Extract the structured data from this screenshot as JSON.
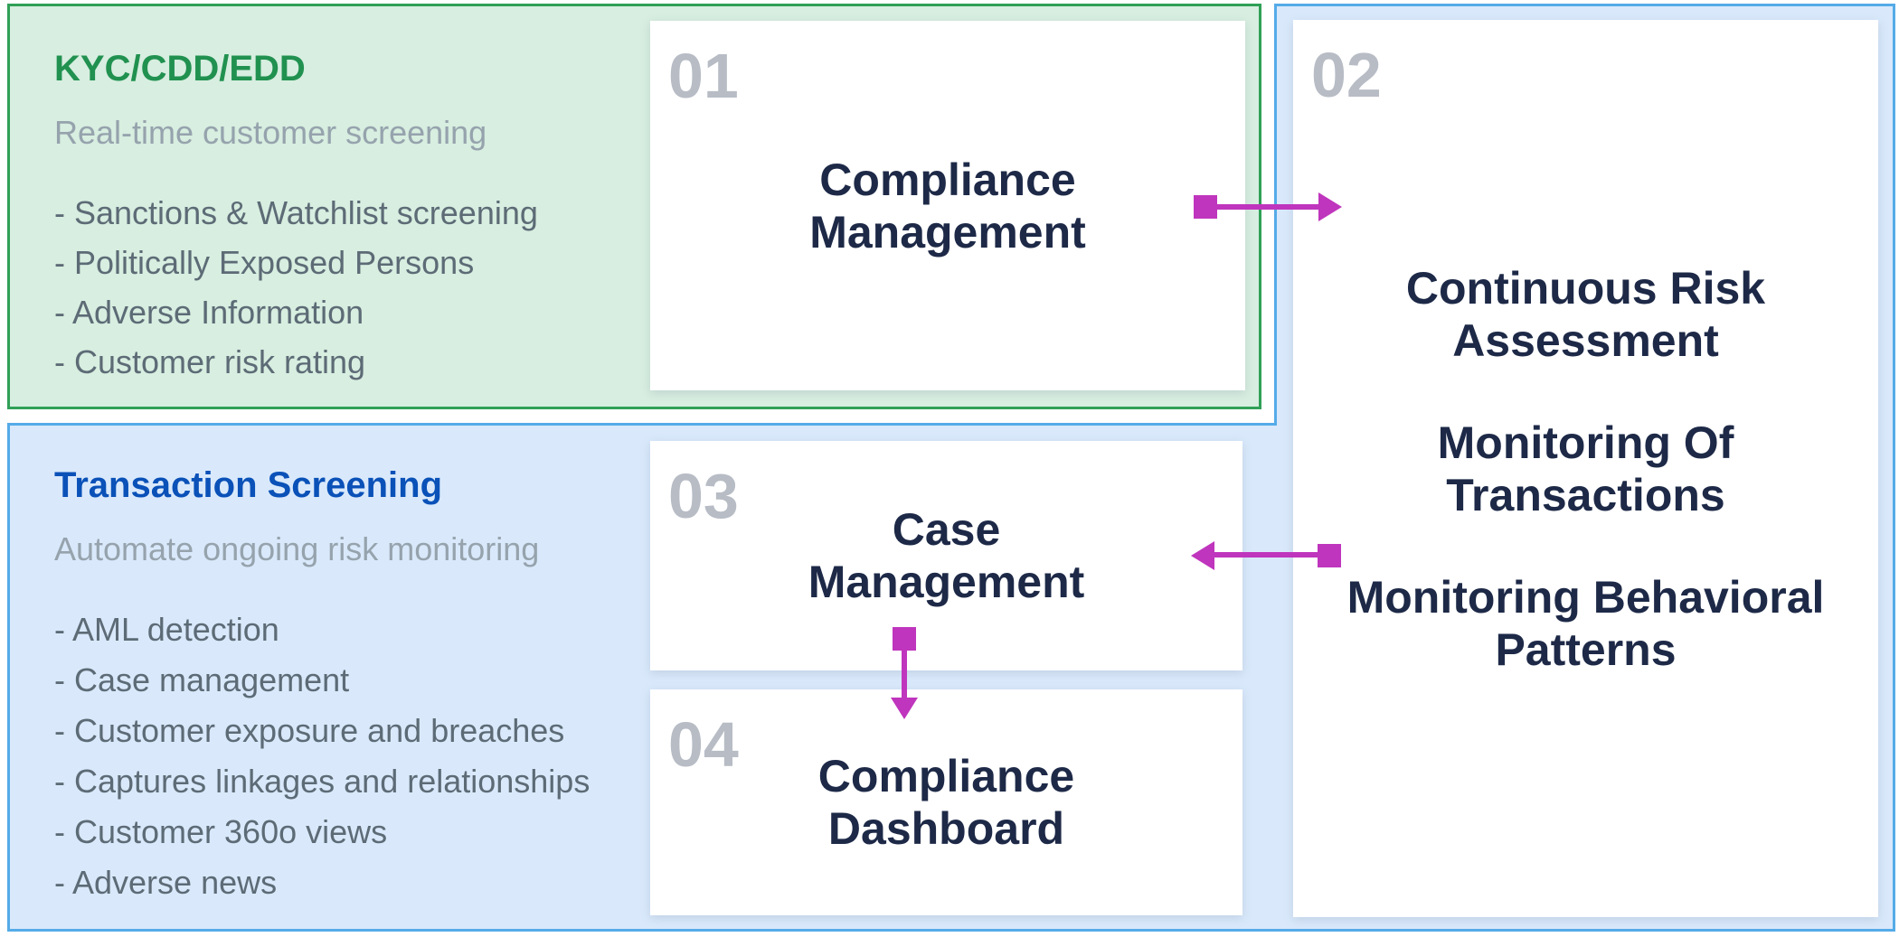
{
  "panels": {
    "kyc": {
      "title": "KYC/CDD/EDD",
      "subtitle": "Real-time customer screening",
      "items": [
        "- Sanctions & Watchlist screening",
        "- Politically Exposed Persons",
        "- Adverse Information",
        "- Customer risk rating"
      ]
    },
    "transaction": {
      "title": "Transaction Screening",
      "subtitle": "Automate ongoing risk monitoring",
      "items": [
        "- AML detection",
        "- Case management",
        "- Customer exposure and breaches",
        "- Captures linkages and relationships",
        "- Customer 360o views",
        "- Adverse news"
      ]
    }
  },
  "steps": [
    {
      "number": "01",
      "title": "Compliance\nManagement"
    },
    {
      "number": "02",
      "lines": [
        "Continuous Risk\nAssessment",
        "Monitoring Of\nTransactions",
        "Monitoring Behavioral\nPatterns"
      ]
    },
    {
      "number": "03",
      "title": "Case\nManagement"
    },
    {
      "number": "04",
      "title": "Compliance\nDashboard"
    }
  ],
  "colors": {
    "green_border": "#30a057",
    "green_fill": "#d7eee0",
    "green_title": "#219150",
    "blue_border": "#55abe8",
    "blue_fill": "#d9e9fb",
    "blue_title": "#0a51b8",
    "heading_navy": "#1d2947",
    "number_gray": "#b7bcc5",
    "subtitle_gray": "#96a3ad",
    "list_gray": "#5d6b76",
    "connector_magenta": "#bf35bd"
  }
}
